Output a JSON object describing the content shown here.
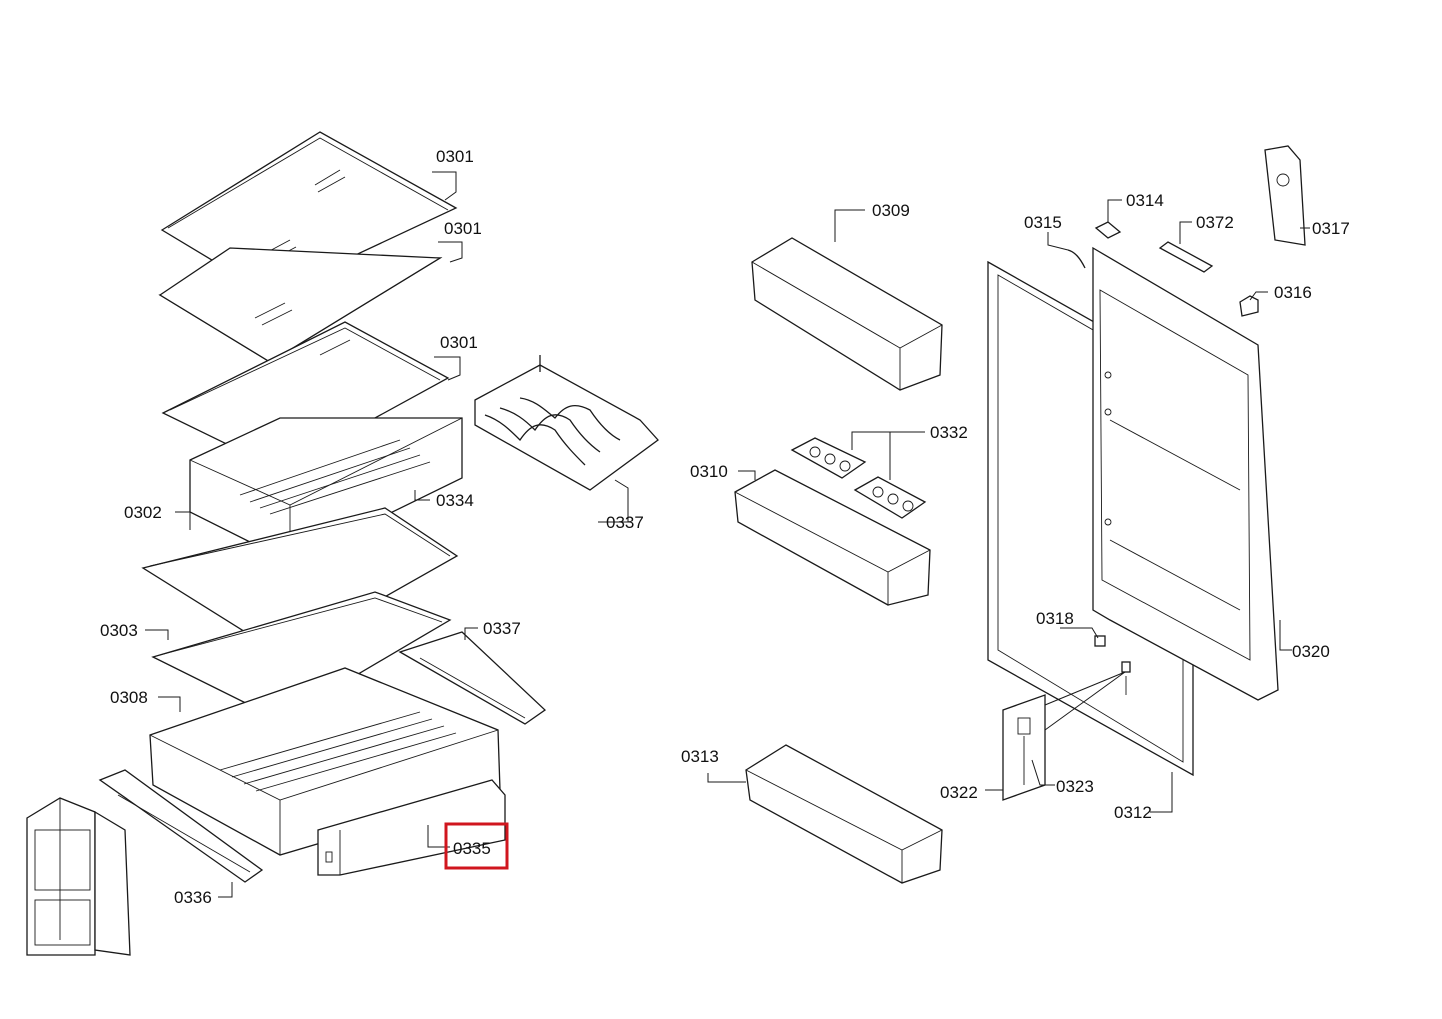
{
  "labels": {
    "shelf_top": "0301",
    "shelf_second": "0301",
    "shelf_third": "0301",
    "shelf_0302": "0302",
    "drawer_0334": "0334",
    "wine_rack": "0337",
    "cover_0303": "0303",
    "rail_0337": "0337",
    "crisper_0308": "0308",
    "front_0335": "0335",
    "rail_0336": "0336",
    "door_bin_0309": "0309",
    "door_bin_0310": "0310",
    "egg_tray_0332": "0332",
    "door_bin_0313": "0313",
    "part_0315": "0315",
    "part_0314": "0314",
    "part_0372": "0372",
    "part_0317": "0317",
    "part_0316": "0316",
    "door_0320": "0320",
    "part_0318": "0318",
    "part_0322": "0322",
    "screw_0323": "0323",
    "gasket_0312": "0312"
  },
  "highlighted_part": "0335",
  "highlight_color": "#d0161e"
}
